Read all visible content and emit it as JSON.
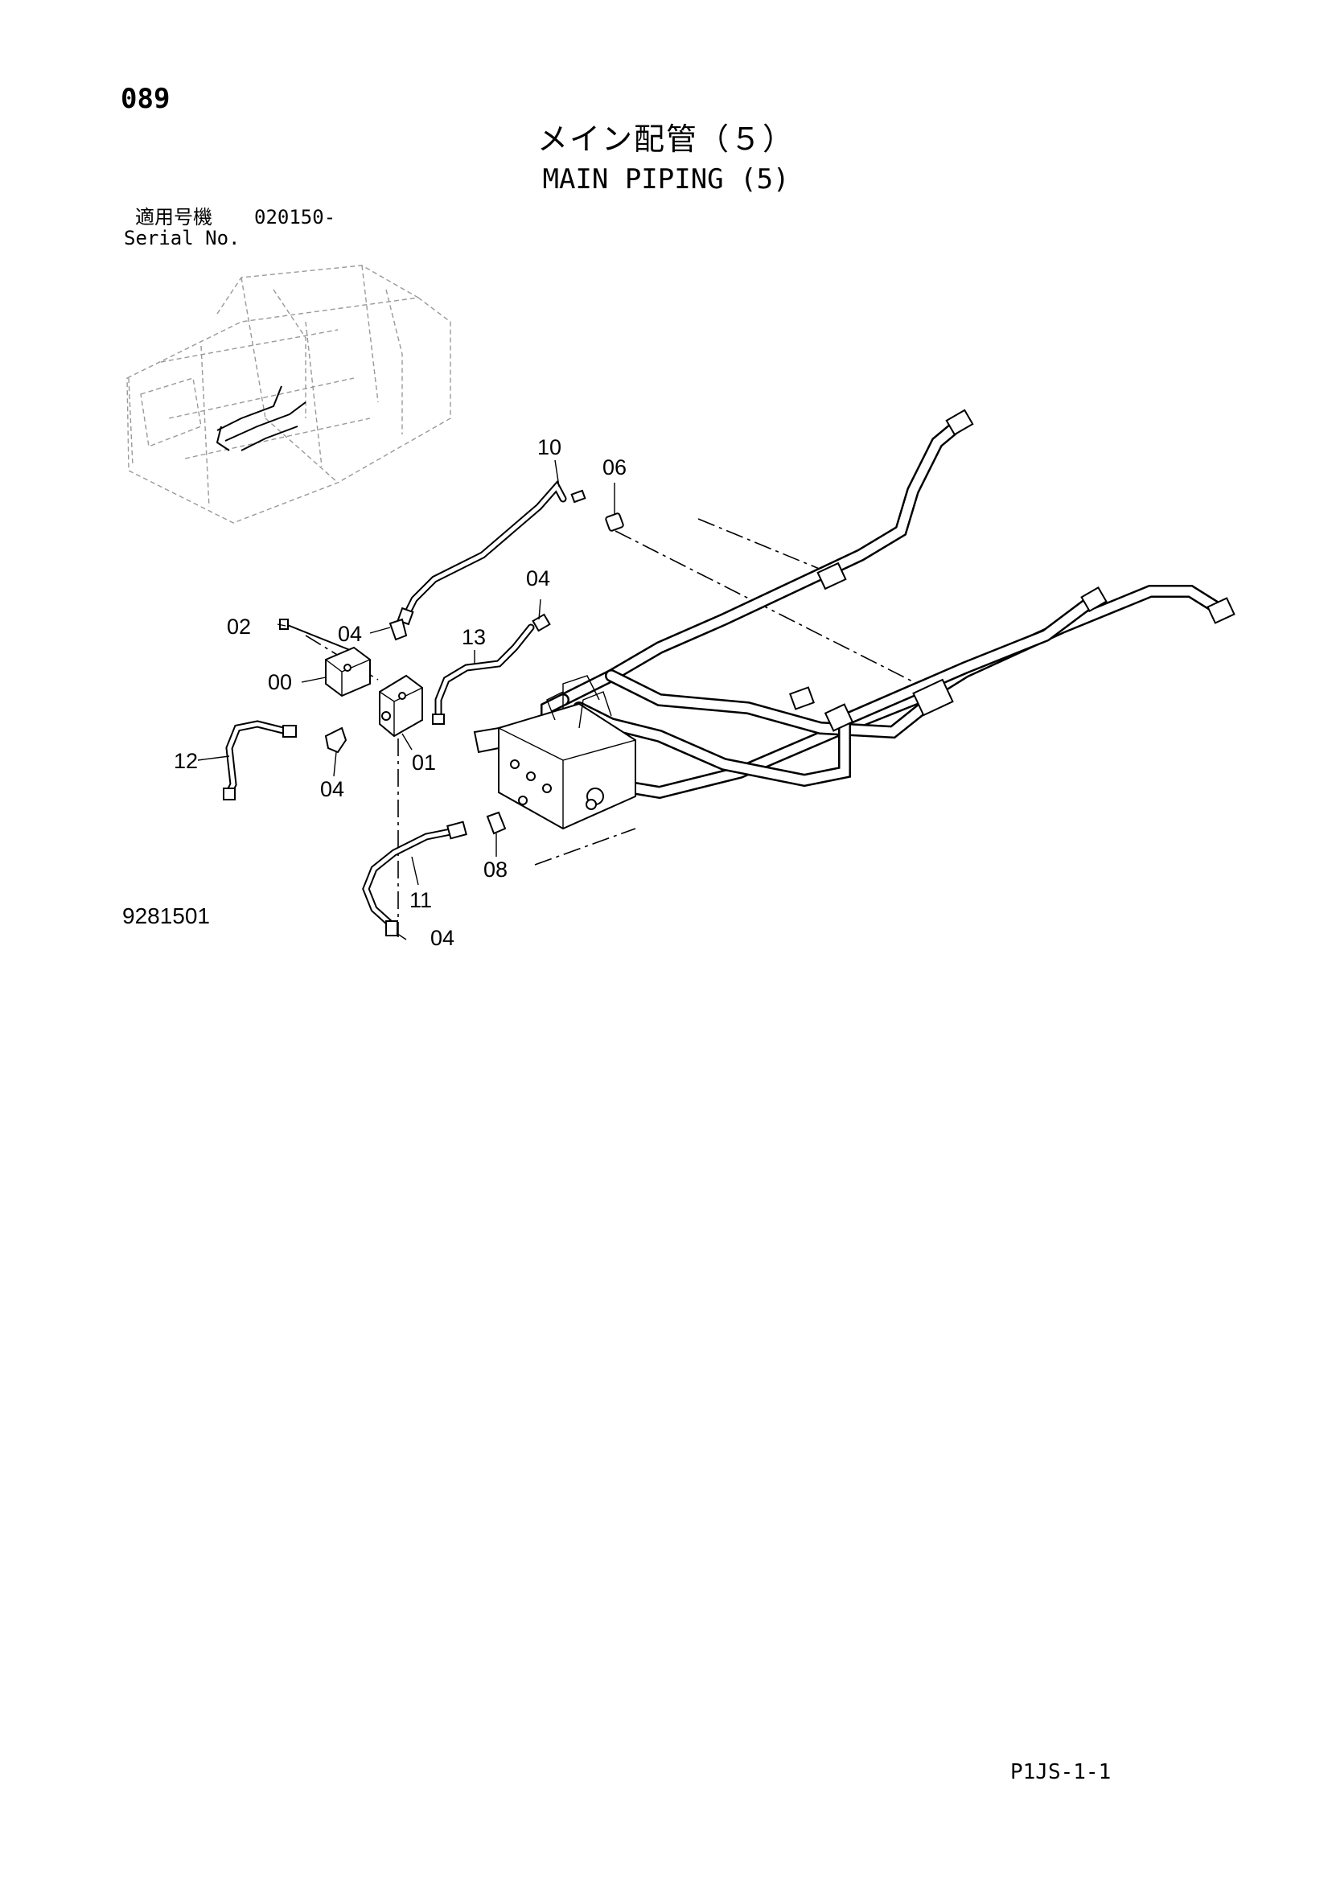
{
  "page": {
    "number": "089",
    "title_ja": "メイン配管（５）",
    "title_en": "MAIN PIPING (5)",
    "serial_label_ja": "適用号機",
    "serial_value": "020150-",
    "serial_label_en": "Serial No.",
    "figure_number": "9281501",
    "page_code": "P1JS-1-1"
  },
  "callouts": [
    {
      "id": "c10",
      "label": "10"
    },
    {
      "id": "c06",
      "label": "06"
    },
    {
      "id": "c04a",
      "label": "04"
    },
    {
      "id": "c02",
      "label": "02"
    },
    {
      "id": "c04b",
      "label": "04"
    },
    {
      "id": "c13",
      "label": "13"
    },
    {
      "id": "c00",
      "label": "00"
    },
    {
      "id": "c12",
      "label": "12"
    },
    {
      "id": "c01",
      "label": "01"
    },
    {
      "id": "c04c",
      "label": "04"
    },
    {
      "id": "c08",
      "label": "08"
    },
    {
      "id": "c11",
      "label": "11"
    },
    {
      "id": "c04d",
      "label": "04"
    }
  ]
}
